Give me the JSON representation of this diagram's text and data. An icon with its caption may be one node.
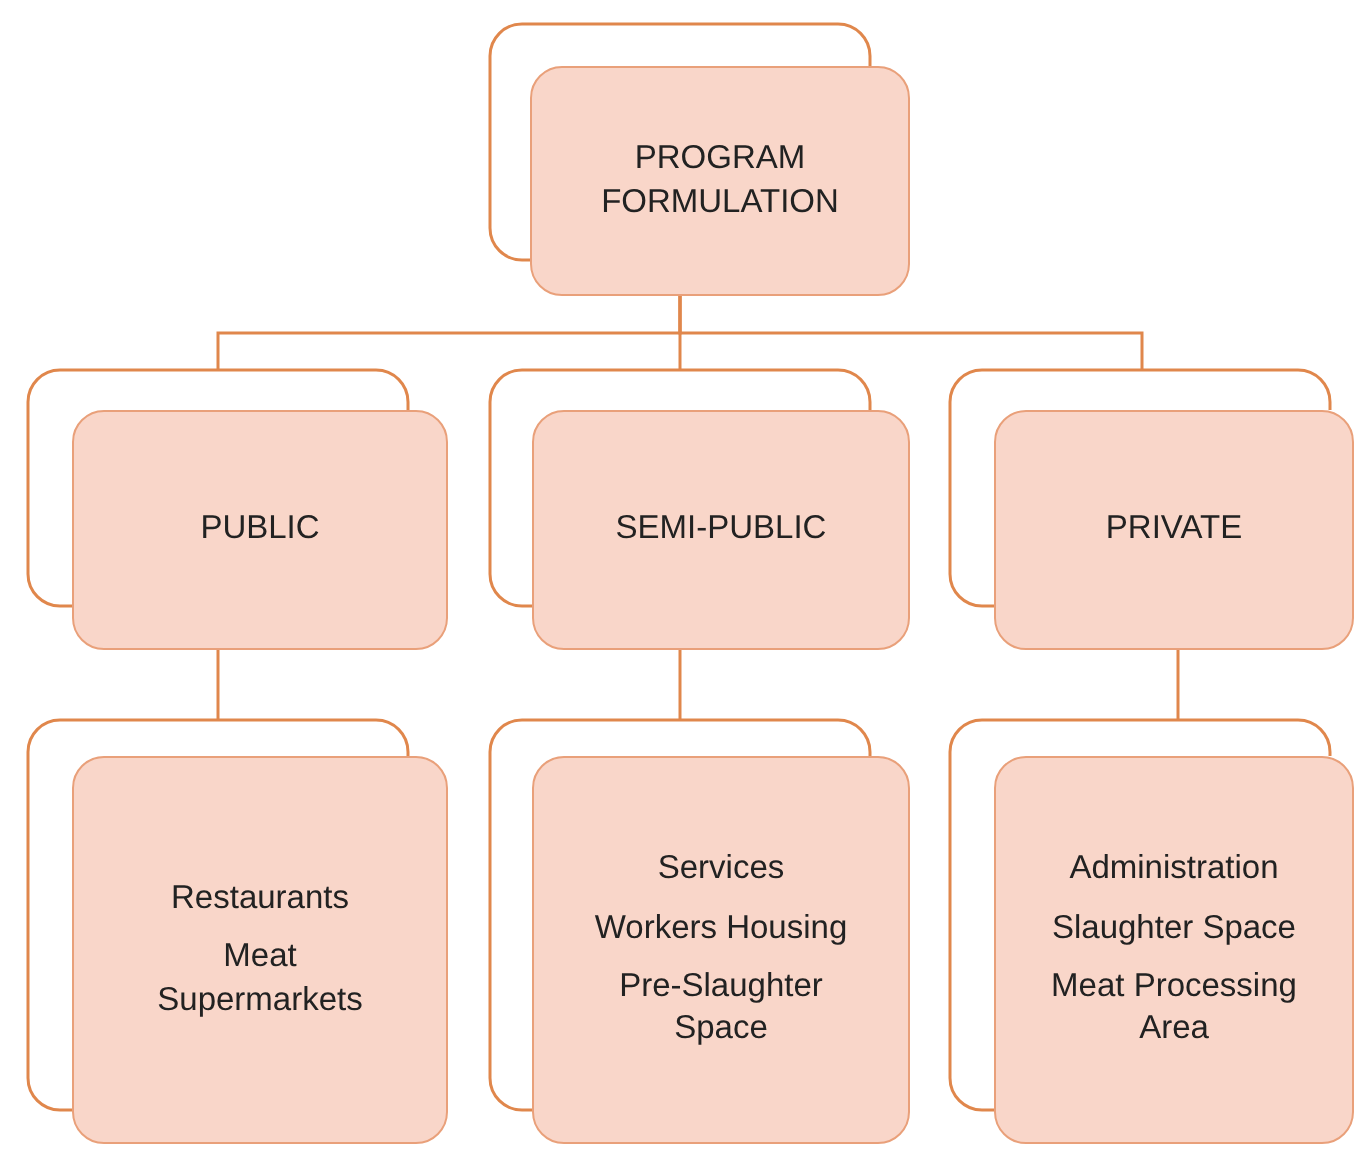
{
  "diagram": {
    "nodes": [
      {
        "text": [
          "PROGRAM FORMULATION"
        ]
      },
      {
        "text": [
          "PUBLIC"
        ]
      },
      {
        "text": [
          "SEMI-PUBLIC"
        ]
      },
      {
        "text": [
          "PRIVATE"
        ]
      },
      {
        "text": [
          "Restaurants",
          "Meat Supermarkets"
        ]
      },
      {
        "text": [
          "Services",
          "Workers Housing",
          "Pre-Slaughter Space"
        ]
      },
      {
        "text": [
          "Administration",
          "Slaughter Space",
          "Meat Processing Area"
        ]
      }
    ],
    "edges": [
      {
        "from": 0,
        "to": 1,
        "arrow": "none"
      },
      {
        "from": 0,
        "to": 2,
        "arrow": "none"
      },
      {
        "from": 0,
        "to": 3,
        "arrow": "none"
      },
      {
        "from": 1,
        "to": 4,
        "arrow": "none"
      },
      {
        "from": 2,
        "to": 5,
        "arrow": "none"
      },
      {
        "from": 3,
        "to": 6,
        "arrow": "none"
      }
    ]
  }
}
